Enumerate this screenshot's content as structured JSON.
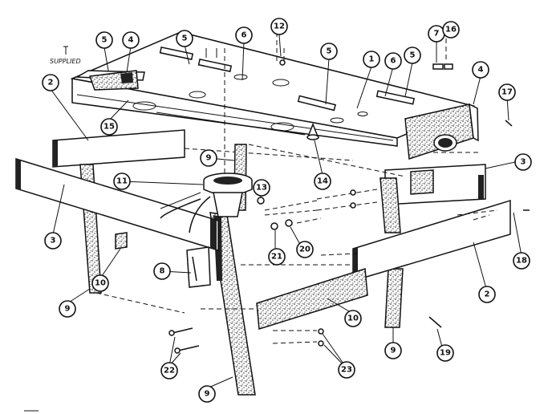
{
  "diagram": {
    "corner_note": "SUPPLIED",
    "callouts": [
      "1",
      "2",
      "3",
      "4",
      "5",
      "6",
      "7",
      "8",
      "9",
      "10",
      "11",
      "12",
      "13",
      "14",
      "15",
      "16",
      "17",
      "18",
      "19",
      "20",
      "21",
      "22",
      "23"
    ]
  }
}
